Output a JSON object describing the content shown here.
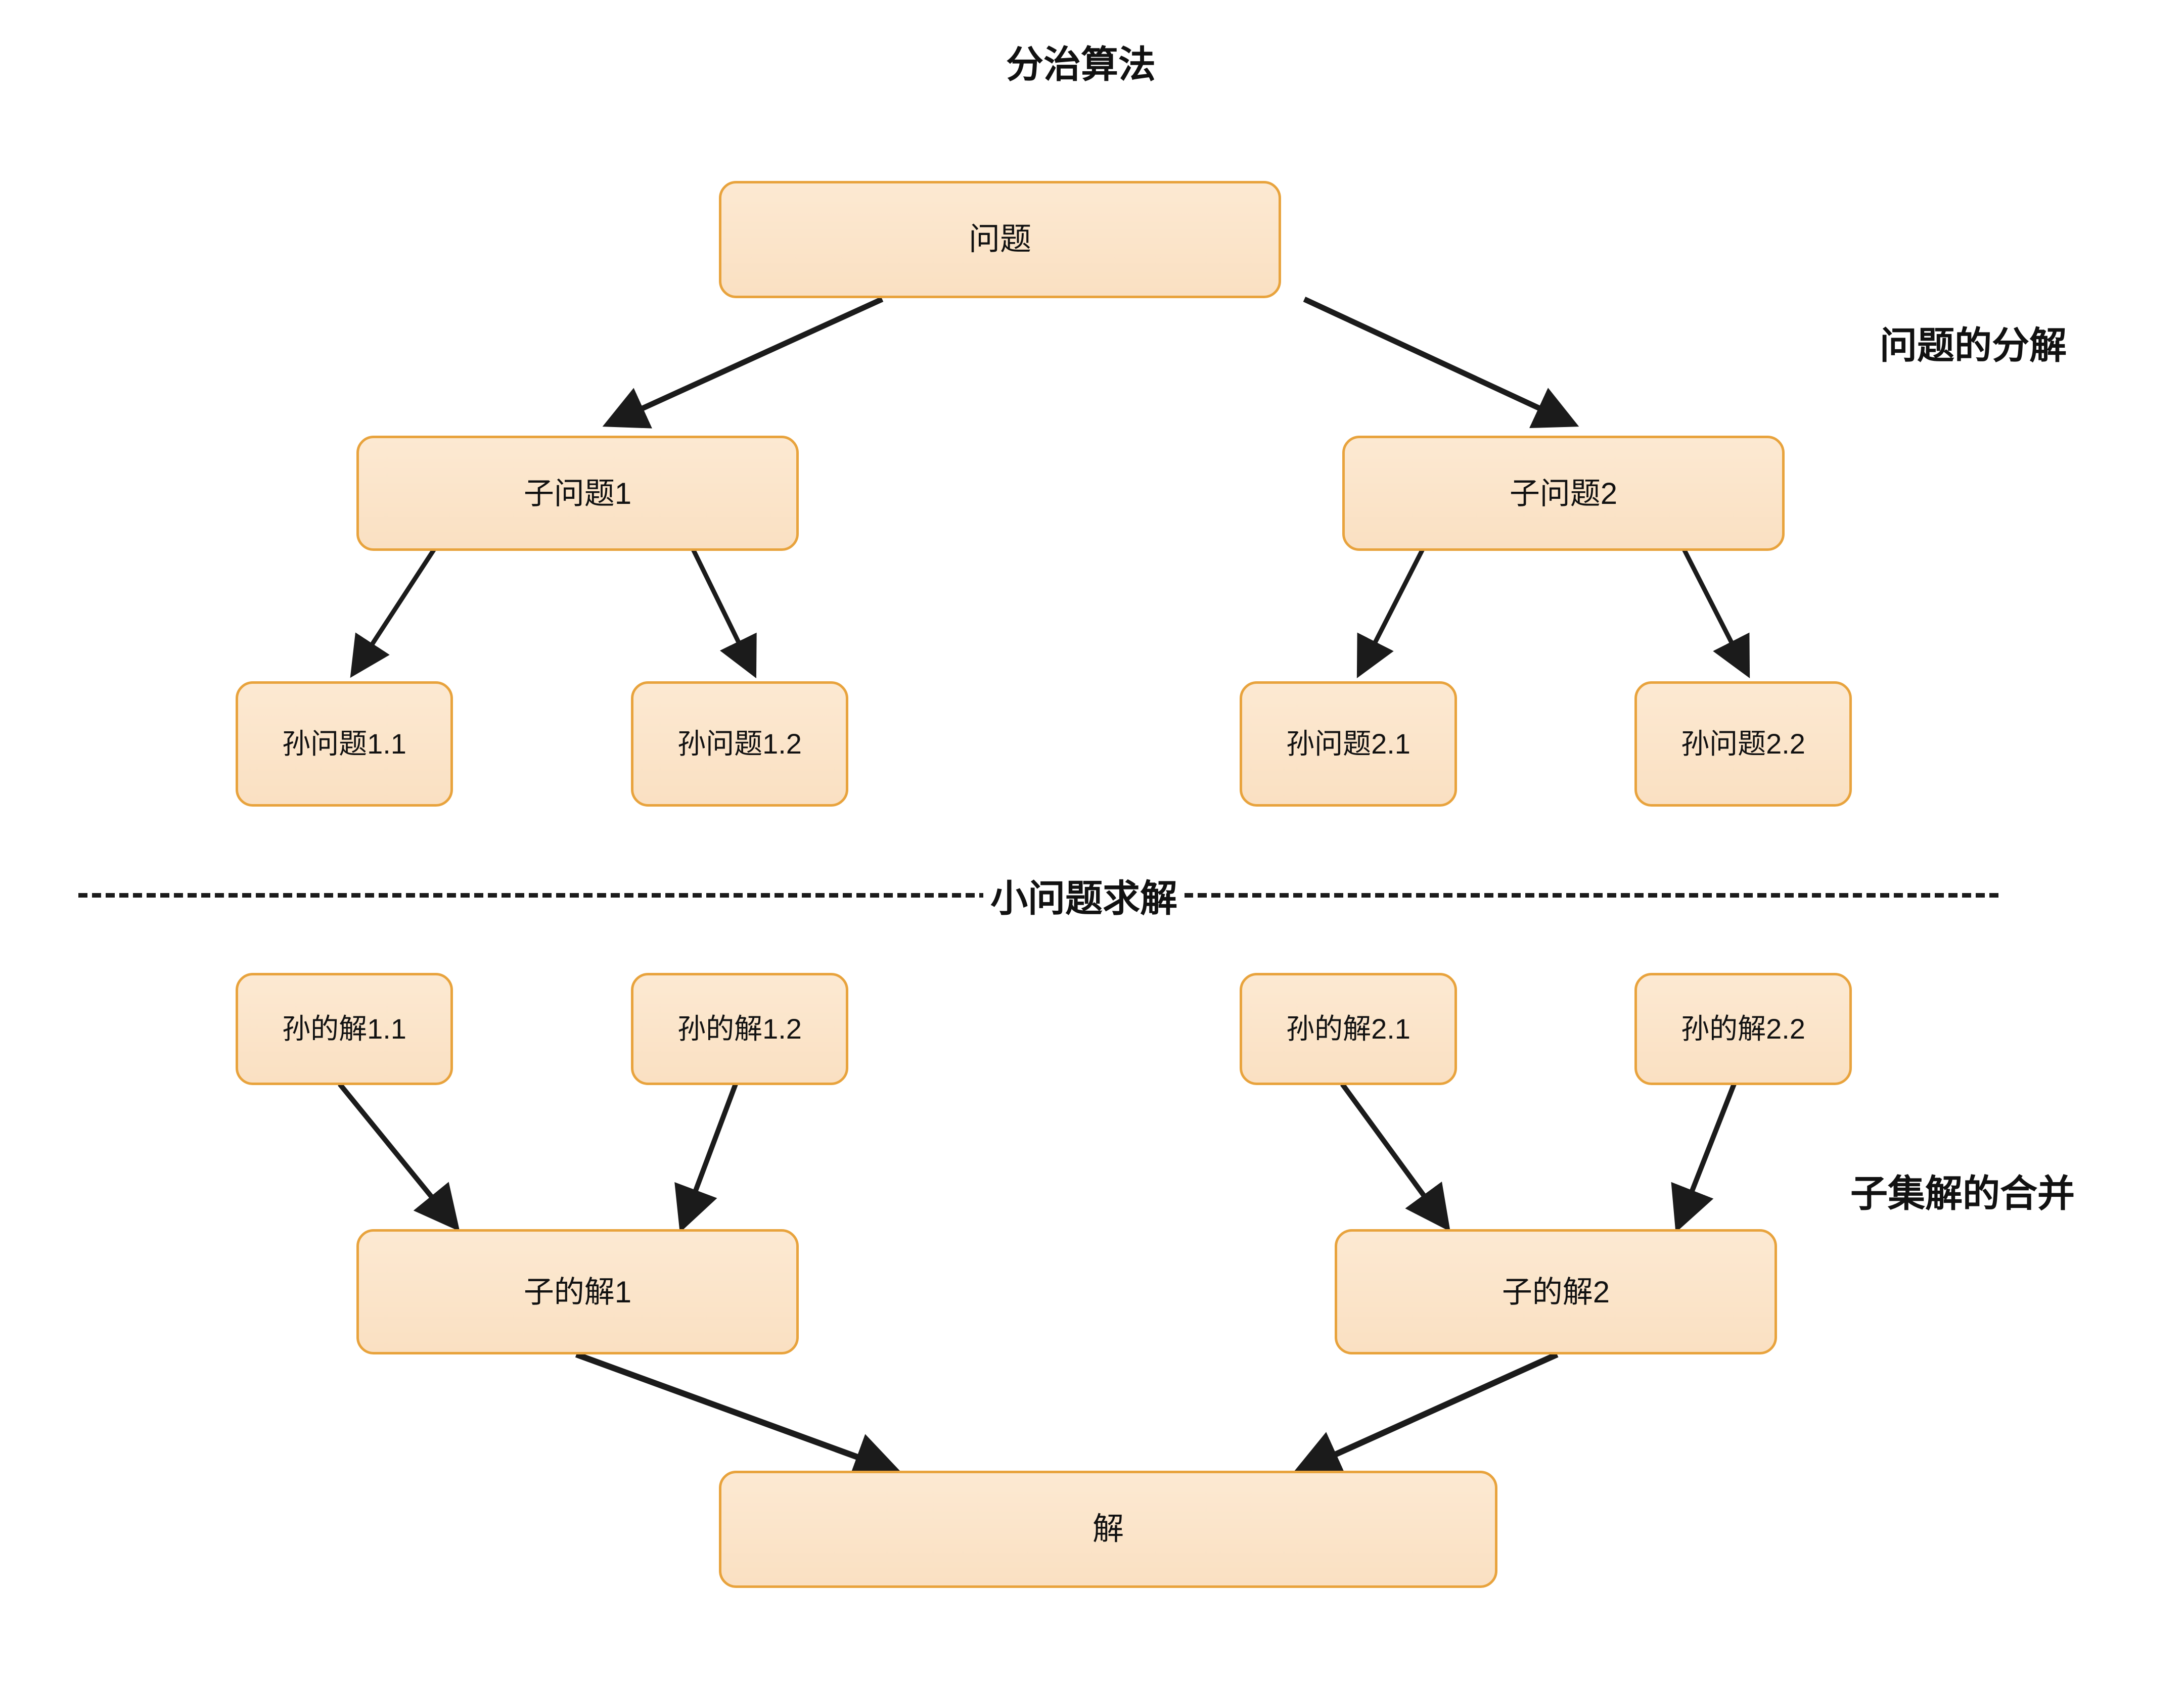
{
  "title": "分治算法",
  "annotations": {
    "decompose": "问题的分解",
    "merge": "子集解的合并",
    "divider": "小问题求解"
  },
  "colors": {
    "node_fill": "#FBE4CC",
    "node_border": "#E8A33D",
    "text": "#111111",
    "edge": "#1b1b1b",
    "background": "#ffffff"
  },
  "nodes": {
    "problem": "问题",
    "sub1": "子问题1",
    "sub2": "子问题2",
    "grand11": "孙问题1.1",
    "grand12": "孙问题1.2",
    "grand21": "孙问题2.1",
    "grand22": "孙问题2.2",
    "gsol11": "孙的解1.1",
    "gsol12": "孙的解1.2",
    "gsol21": "孙的解2.1",
    "gsol22": "孙的解2.2",
    "sol1": "子的解1",
    "sol2": "子的解2",
    "solution": "解"
  },
  "edges": [
    {
      "from": "problem",
      "to": "sub1"
    },
    {
      "from": "problem",
      "to": "sub2"
    },
    {
      "from": "sub1",
      "to": "grand11"
    },
    {
      "from": "sub1",
      "to": "grand12"
    },
    {
      "from": "sub2",
      "to": "grand21"
    },
    {
      "from": "sub2",
      "to": "grand22"
    },
    {
      "from": "gsol11",
      "to": "sol1"
    },
    {
      "from": "gsol12",
      "to": "sol1"
    },
    {
      "from": "gsol21",
      "to": "sol2"
    },
    {
      "from": "gsol22",
      "to": "sol2"
    },
    {
      "from": "sol1",
      "to": "solution"
    },
    {
      "from": "sol2",
      "to": "solution"
    }
  ]
}
